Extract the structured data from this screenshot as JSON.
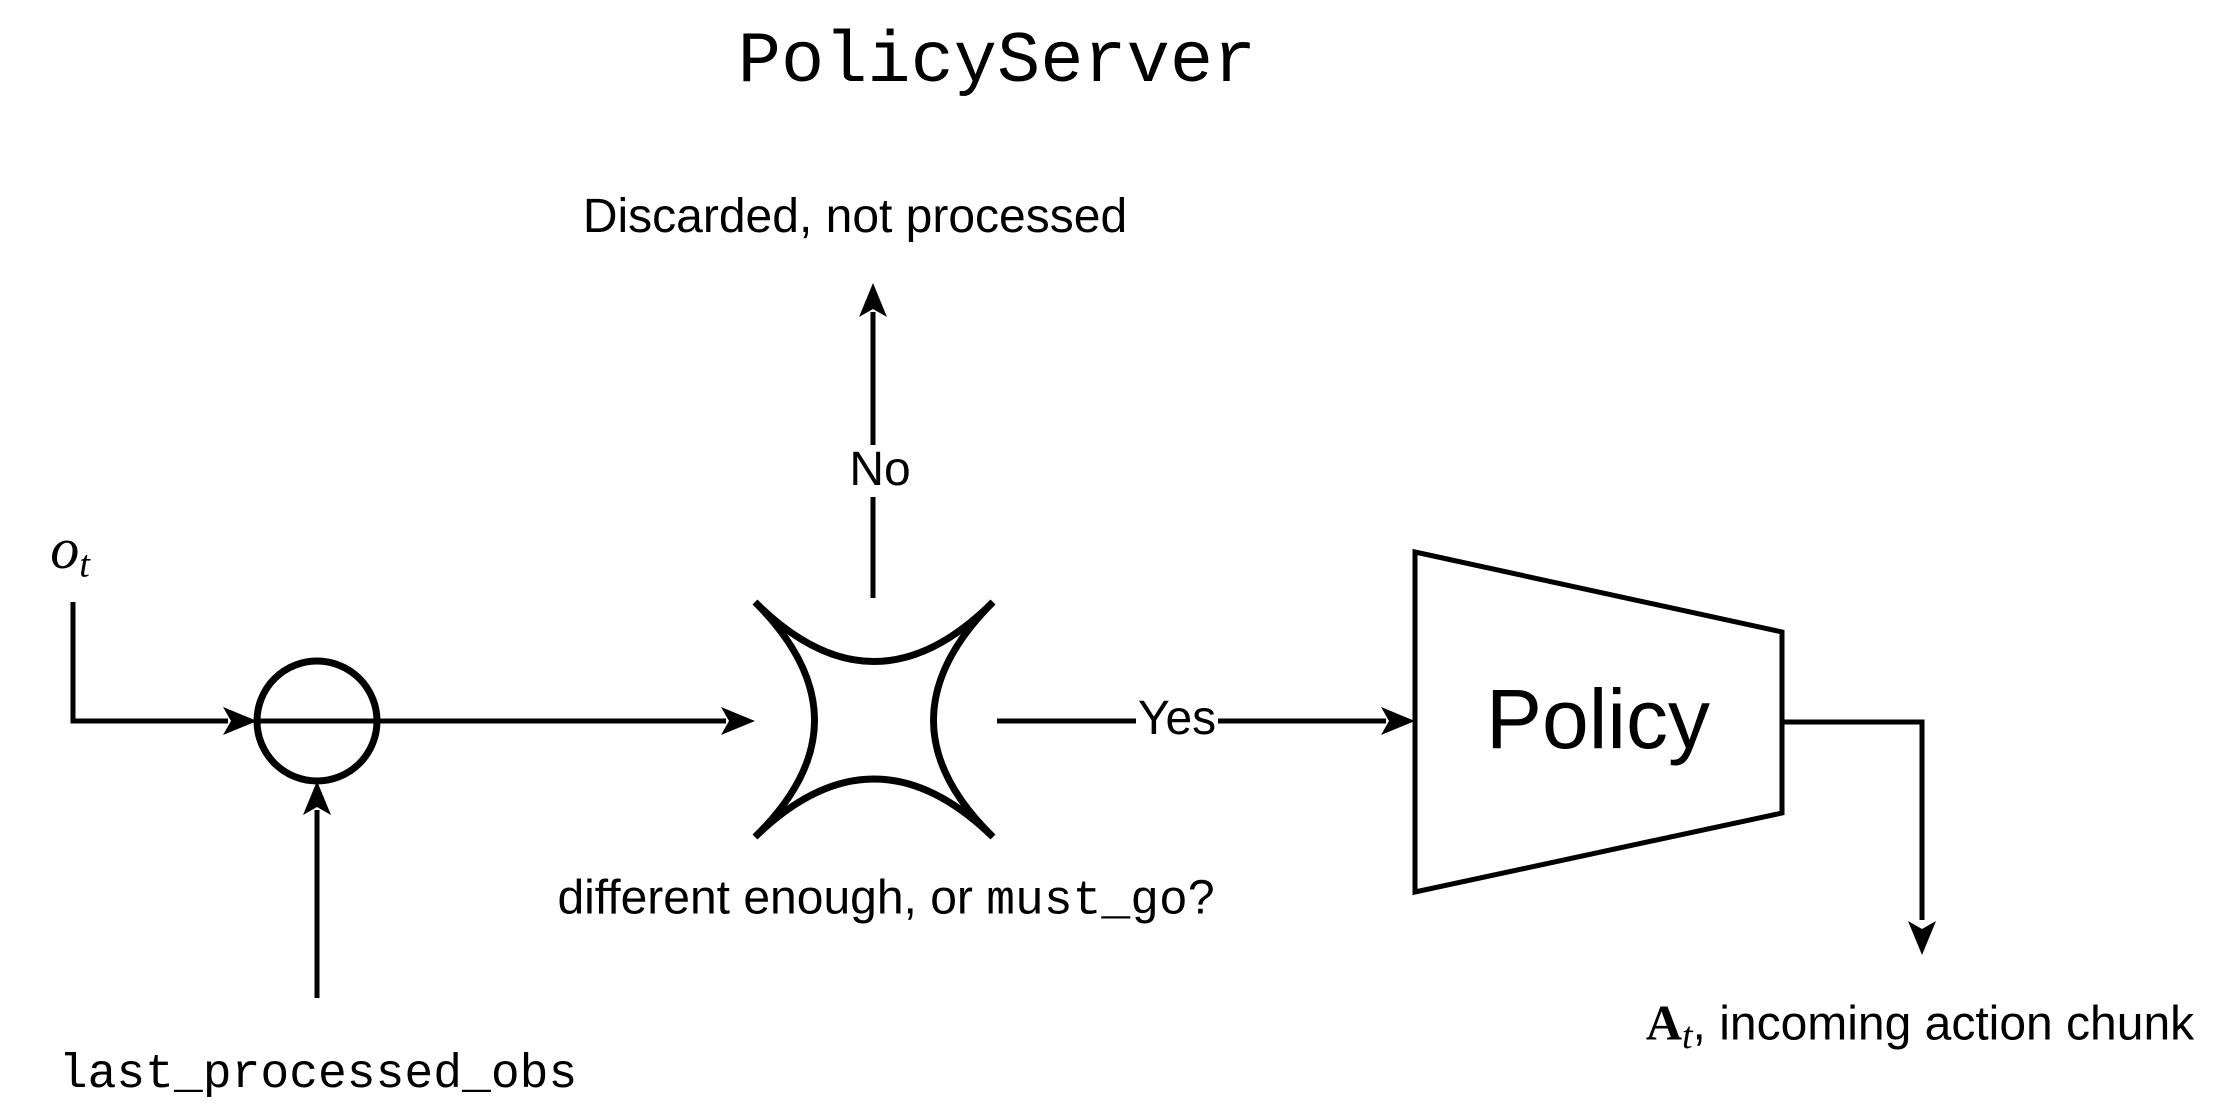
{
  "title": "PolicyServer",
  "labels": {
    "discarded": "Discarded, not processed",
    "no": "No",
    "yes": "Yes",
    "observation": {
      "symbol": "o",
      "subscript": "t"
    },
    "last_processed_obs": "last_processed_obs",
    "question": {
      "before": "different enough, or ",
      "code": "must_go",
      "after": "?"
    },
    "action_chunk": {
      "symbol": "A",
      "subscript": "t",
      "after": ", incoming action chunk"
    }
  },
  "nodes": {
    "policy": {
      "label": "Policy"
    }
  },
  "colors": {
    "ink": "#000000",
    "background": "#ffffff"
  }
}
